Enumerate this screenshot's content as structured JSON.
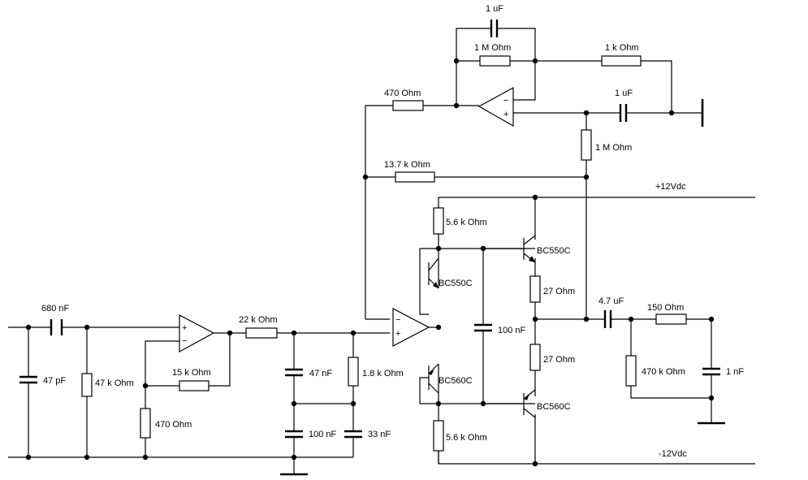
{
  "components": {
    "cap_680n": "680 nF",
    "cap_47p": "47 pF",
    "res_47k": "47 k Ohm",
    "res_15k": "15 k Ohm",
    "res_470_in": "470  Ohm",
    "res_22k": "22 k Ohm",
    "cap_47n": "47 nF",
    "cap_100n_lo": "100 nF",
    "res_1k8": "1.8 k Ohm",
    "cap_33n": "33 nF",
    "res_470_fb": "470  Ohm",
    "cap_1u_top": "1 uF",
    "res_1M_top": "1 M Ohm",
    "res_1k": "1 k Ohm",
    "cap_1u_right": "1 uF",
    "res_1M_vert": "1 M Ohm",
    "res_13k7": "13.7 k Ohm",
    "res_5k6_top": "5.6 k Ohm",
    "q_bc550c_left": "BC550C",
    "q_bc560c_left": "BC560C",
    "res_5k6_bottom": "5.6 k Ohm",
    "cap_100n_mid": "100 nF",
    "q_bc550c_right": "BC550C",
    "res_27_top": "27  Ohm",
    "res_27_bottom": "27  Ohm",
    "q_bc560c_right": "BC560C",
    "cap_4u7": "4.7 uF",
    "res_150": "150  Ohm",
    "res_470k": "470 k Ohm",
    "cap_1n": "1 nF"
  },
  "rails": {
    "pos": "+12Vdc",
    "neg": "-12Vdc"
  },
  "opamp_signs": {
    "plus": "+",
    "minus": "−"
  },
  "colors": {
    "wire": "#000000",
    "pos_rail_label": "#cc0000",
    "neg_rail_label": "#0000cc"
  }
}
